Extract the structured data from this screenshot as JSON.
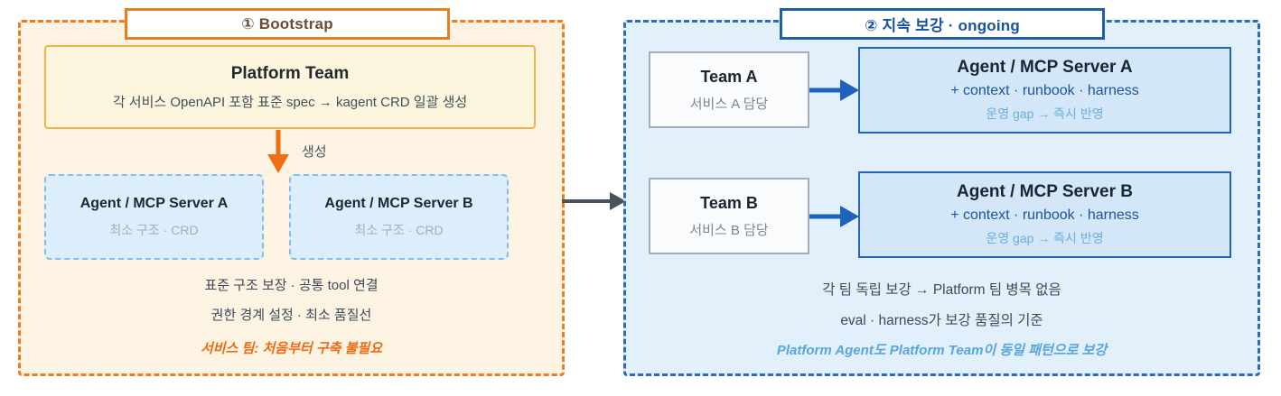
{
  "colors": {
    "accent_orange": "#ED7117",
    "orange_border": "#E87E1E",
    "accent_blue": "#1D5FAE",
    "arrow_blue": "#1F62BD",
    "light_blue_text": "#57A5DC",
    "mid_arrow_gray": "#49535F",
    "left_panel_bg": "#FDF3E2",
    "right_panel_bg": "#E1F0FB"
  },
  "bootstrap_panel": {
    "title": "① Bootstrap",
    "platform_team": {
      "title": "Platform Team",
      "subtitle": "각 서비스 OpenAPI 포함 표준 spec → kagent CRD 일괄 생성"
    },
    "create_arrow_label": "생성",
    "agents": [
      {
        "title": "Agent / MCP Server A",
        "subtitle": "최소 구조 · CRD"
      },
      {
        "title": "Agent / MCP Server B",
        "subtitle": "최소 구조 · CRD"
      }
    ],
    "notes": [
      "표준 구조 보장 · 공통 tool 연결",
      "권한 경계 설정 · 최소 품질선"
    ],
    "highlight": "서비스 팀: 처음부터 구축 불필요"
  },
  "ongoing_panel": {
    "title": "② 지속 보강 · ongoing",
    "rows": [
      {
        "team": {
          "title": "Team A",
          "subtitle": "서비스 A 담당"
        },
        "agent": {
          "title": "Agent / MCP Server A",
          "line1": "+ context · runbook · harness",
          "line2": "운영 gap → 즉시 반영"
        }
      },
      {
        "team": {
          "title": "Team B",
          "subtitle": "서비스 B 담당"
        },
        "agent": {
          "title": "Agent / MCP Server B",
          "line1": "+ context · runbook · harness",
          "line2": "운영 gap → 즉시 반영"
        }
      }
    ],
    "notes": [
      "각 팀 독립 보강 → Platform 팀 병목 없음",
      "eval · harness가 보강 품질의 기준"
    ],
    "highlight": "Platform Agent도 Platform Team이 동일 패턴으로 보강"
  }
}
